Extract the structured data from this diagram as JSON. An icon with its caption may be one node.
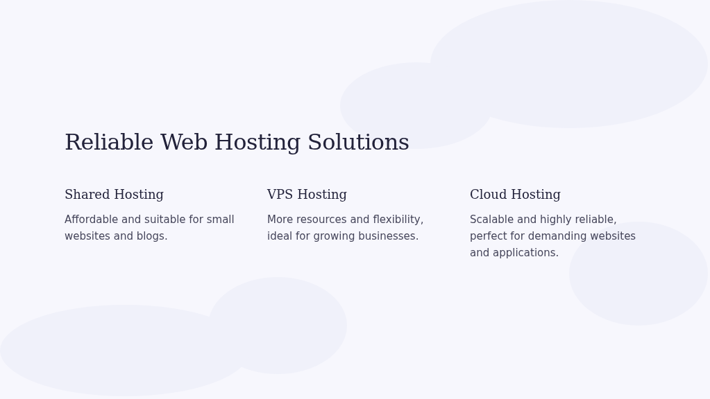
{
  "diagram": {
    "title": "Reliable Web Hosting Solutions",
    "labels": [
      "Shared Hosting",
      "Affordable and suitable for small websites and blogs.",
      "VPS Hosting",
      "More resources and flexibility, ideal for growing businesses.",
      "Cloud Hosting",
      "Scalable and highly reliable, perfect for demanding websites and applications."
    ]
  }
}
